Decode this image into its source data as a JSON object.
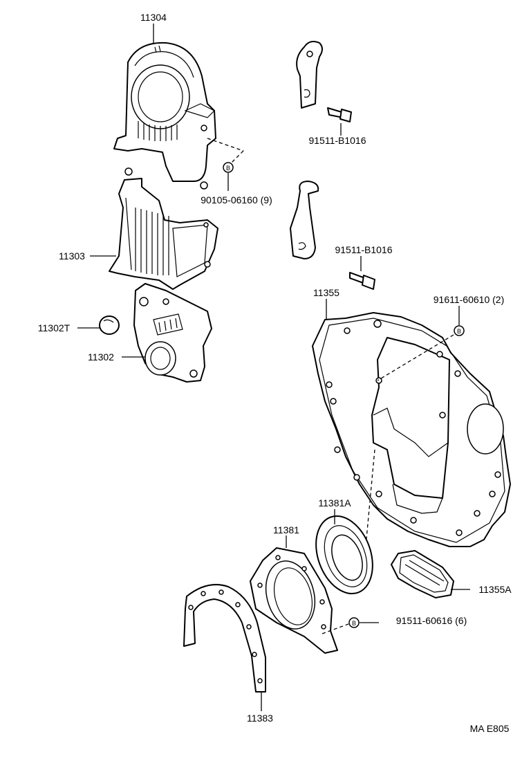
{
  "labels": {
    "p11304": "11304",
    "p91511_upper": "91511-B1016",
    "p90105": "90105-06160 (9)",
    "p11303": "11303",
    "p91511_lower": "91511-B1016",
    "p11355": "11355",
    "p91611": "91611-60610 (2)",
    "p11302t": "11302T",
    "p11302": "11302",
    "p11381a": "11381A",
    "p11381": "11381",
    "p11355a": "11355A",
    "p91511_606": "91511-60616 (6)",
    "p11383": "11383",
    "drawing_code": "MA  E805"
  },
  "markers": {
    "b1": "B",
    "b2": "B",
    "b3": "B"
  }
}
